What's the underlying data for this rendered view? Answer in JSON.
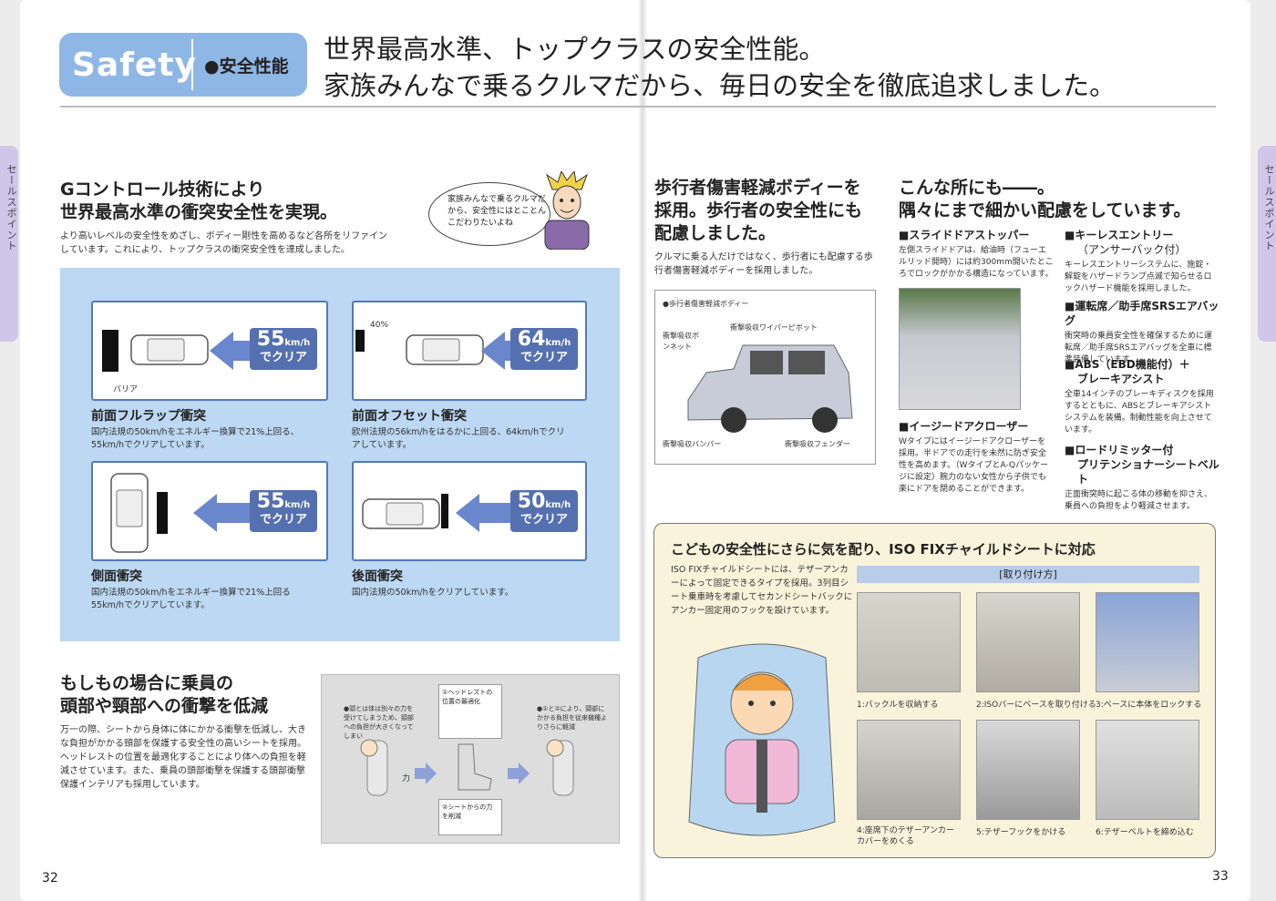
{
  "side_tab": "セールスポイント",
  "header": {
    "badge_en": "Safety",
    "badge_jp": "●安全性能",
    "headline_1": "世界最高水準、トップクラスの安全性能。",
    "headline_2": "家族みんなで乗るクルマだから、毎日の安全を徹底追求しました。"
  },
  "gcontrol": {
    "title_1": "Gコントロール技術により",
    "title_2": "世界最高水準の衝突安全性を実現。",
    "body": "より高いレベルの安全性をめざし、ボディー剛性を高めるなど各所をリファインしています。これにより、トップクラスの衝突安全性を達成しました。",
    "bubble": "家族みんなで乗るクルマだから、安全性にはとことんこだわりたいよね"
  },
  "crash": [
    {
      "speed": "55",
      "unit": "km/h",
      "clear": "でクリア",
      "title": "前面フルラップ衝突",
      "desc": "国内法規の50km/hをエネルギー換算で21%上回る、55km/hでクリアしています。",
      "note": "バリア"
    },
    {
      "speed": "64",
      "unit": "km/h",
      "clear": "でクリア",
      "title": "前面オフセット衝突",
      "desc": "欧州法規の56km/hをはるかに上回る、64km/hでクリアしています。",
      "note": "40%"
    },
    {
      "speed": "55",
      "unit": "km/h",
      "clear": "でクリア",
      "title": "側面衝突",
      "desc": "国内法規の50km/hをエネルギー換算で21%上回る55km/hでクリアしています。"
    },
    {
      "speed": "50",
      "unit": "km/h",
      "clear": "でクリア",
      "title": "後面衝突",
      "desc": "国内法規の50km/hをクリアしています。"
    }
  ],
  "head": {
    "title_1": "もしもの場合に乗員の",
    "title_2": "頭部や頸部への衝撃を低減",
    "body": "万一の際、シートから身体に体にかかる衝撃を低減し、大きな負担がかかる頸部を保護する安全性の高いシートを採用。ヘッドレストの位置を最適化することにより体への負担を軽減させています。また、乗員の頭部衝撃を保護する頭部衝撃保護インテリアも採用しています。",
    "d1": "●頭とは体は別々の力を受けてしまうため、頸部への負担が大きくなってしまい",
    "d2": "①ヘッドレストの位置の最適化",
    "d3": "●①と②により、頸部にかかる負担を従来機種よりさらに軽減",
    "d4": "②シートからの力を削減",
    "d5": "力"
  },
  "pedestrian": {
    "title_1": "歩行者傷害軽減ボディーを",
    "title_2": "採用。歩行者の安全性にも",
    "title_3": "配慮しました。",
    "body": "クルマに乗る人だけではなく、歩行者にも配慮する歩行者傷害軽減ボディーを採用しました。",
    "fig_title": "●歩行者傷害軽減ボディー",
    "l1": "衝撃吸収ワイパーピボット",
    "l2": "衝撃吸収ボンネット",
    "l3": "衝撃吸収バンパー",
    "l4": "衝撃吸収フェンダー"
  },
  "detail": {
    "title_1": "こんな所にも――。",
    "title_2": "隅々にまで細かい配慮をしています。",
    "items": [
      {
        "h": "■スライドドアストッパー",
        "b": "左側スライドドアは、給油時（フューエルリッド開時）には約300mm開いたところでロックがかかる構造になっています。"
      },
      {
        "h": "■イージードアクローザー",
        "b": "Wタイプにはイージードアクローザーを採用。半ドアでの走行を未然に防ぎ安全性を高めます。（WタイプとA-Qパッケージに設定）腕力のない女性から子供でも楽にドアを閉めることができます。"
      },
      {
        "h": "■キーレスエントリー",
        "h2": "（アンサーバック付）",
        "b": "キーレスエントリーシステムに、施錠・解錠をハザードランプ点滅で知らせるロックハザード機能を採用しました。"
      },
      {
        "h": "■運転席／助手席SRSエアバッグ",
        "b": "衝突時の乗員安全性を確保するために運転席／助手席SRSエアバッグを全車に標準装備しています。"
      },
      {
        "h": "■ABS（EBD機能付）＋",
        "h2": "ブレーキアシスト",
        "b": "全車14インチのブレーキディスクを採用するとともに、ABSとブレーキアシストシステムを装備。制動性能を向上させています。"
      },
      {
        "h": "■ロードリミッター付",
        "h2": "プリテンショナーシートベルト",
        "b": "正面衝突時に起こる体の移動を抑さえ、乗員への負担をより軽減させます。"
      }
    ]
  },
  "child": {
    "title": "こどもの安全性にさらに気を配り、ISO FIXチャイルドシートに対応",
    "body": "ISO FIXチャイルドシートには、テザーアンカーによって固定できるタイプを採用。3列目シート乗車時を考慮してセカンドシートバックにアンカー固定用のフックを設けています。",
    "steps_title": "[取り付け方]",
    "steps": [
      "1:バックルを収納する",
      "2:ISOバーにベースを取り付ける",
      "3:ベースに本体をロックする",
      "4:座席下のテザーアンカーカバーをめくる",
      "5:テザーフックをかける",
      "6:テザーベルトを締め込む"
    ]
  },
  "page_left": "32",
  "page_right": "33"
}
